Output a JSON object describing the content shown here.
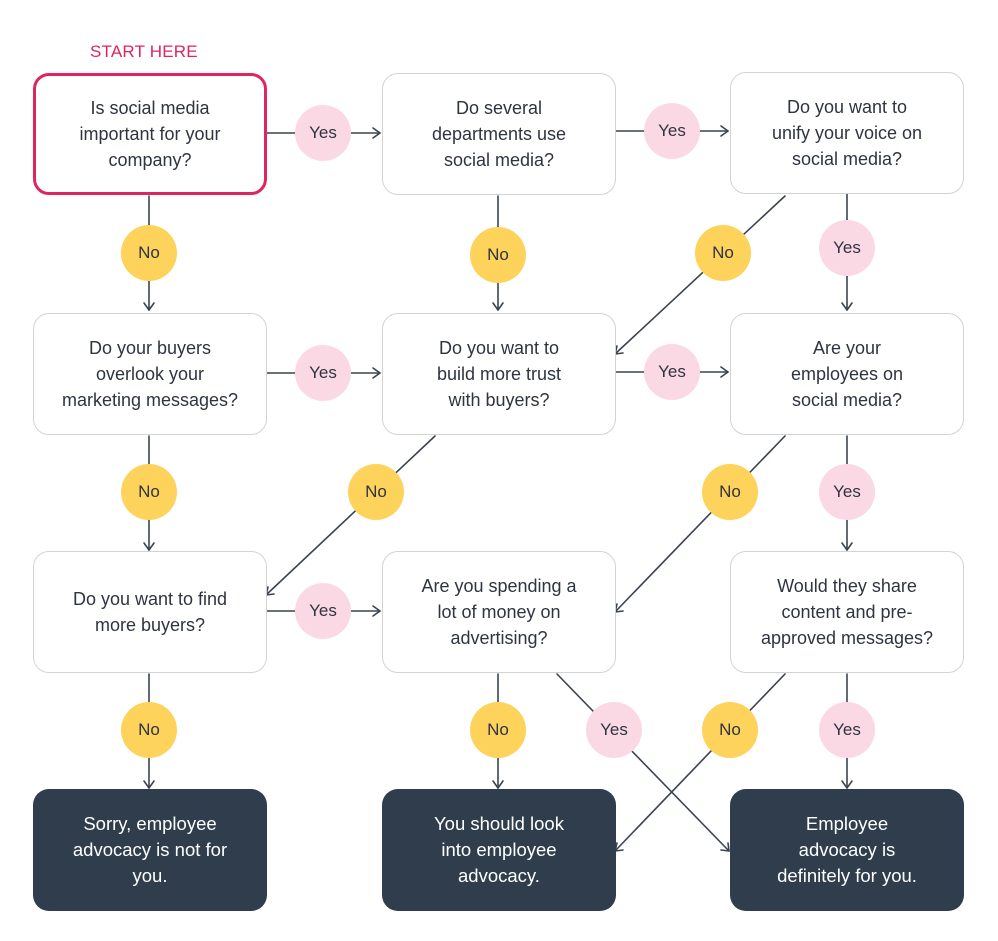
{
  "start_label": "START HERE",
  "nodes": {
    "q1": "Is social media\nimportant for your\ncompany?",
    "q2": "Do several\ndepartments use\nsocial media?",
    "q3": "Do you want to\nunify your voice on\nsocial media?",
    "q4": "Do your buyers\noverlook your\nmarketing messages?",
    "q5": "Do you want to\nbuild more trust\nwith buyers?",
    "q6": "Are your\nemployees on\nsocial media?",
    "q7": "Do you want to find\nmore buyers?",
    "q8": "Are you spending a\nlot of money on\nadvertising?",
    "q9": "Would they share\ncontent and pre-\napproved messages?",
    "r1": "Sorry, employee\nadvocacy is not for\nyou.",
    "r2": "You should look\ninto employee\nadvocacy.",
    "r3": "Employee\nadvocacy is\ndefinitely for you."
  },
  "answers": {
    "yes": "Yes",
    "no": "No"
  },
  "colors": {
    "start_border": "#e0245e",
    "yes_bubble": "#fbd9e4",
    "no_bubble": "#fdd35c",
    "end_box": "#2f3d4c",
    "line": "#3a4450"
  }
}
